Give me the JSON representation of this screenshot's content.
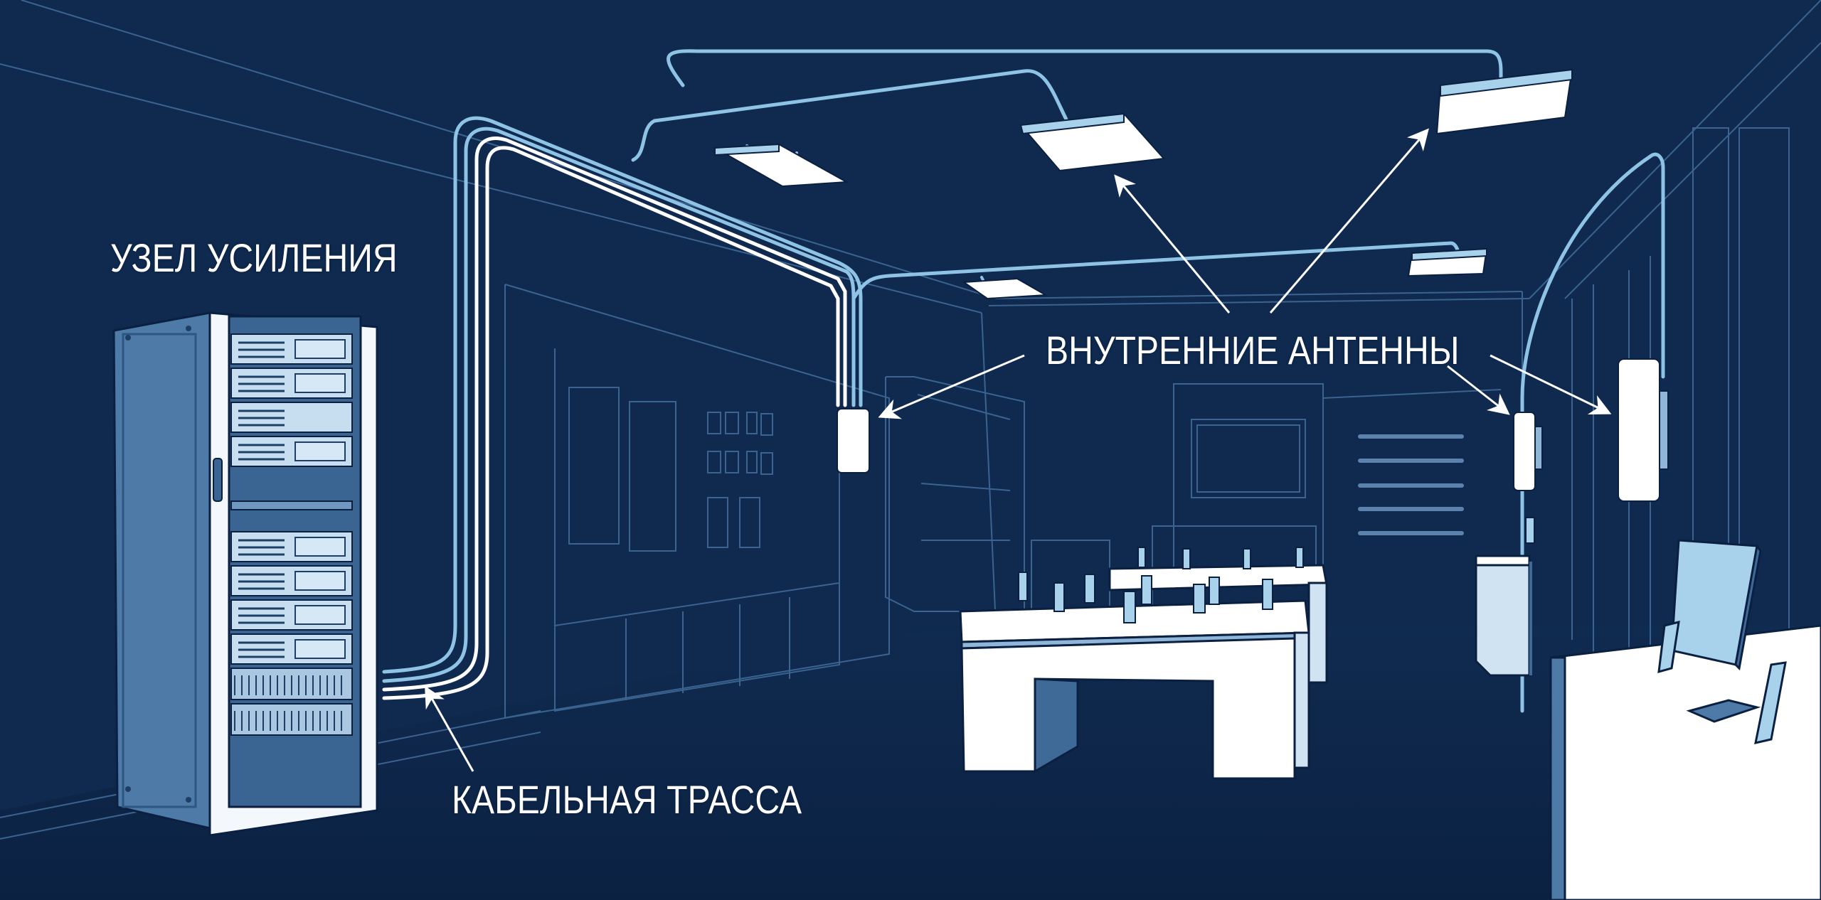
{
  "diagram": {
    "type": "indoor-signal-amplification-system",
    "colors": {
      "background": "#0f2a4e",
      "floor": "#0c2344",
      "wireframe": "#3f6a98",
      "cable_light": "#8ec3e6",
      "cable_white": "#ffffff",
      "antenna_face": "#ffffff",
      "antenna_edge": "#a8d2ec",
      "rack_side": "#4d7aa6",
      "rack_front": "#f4f8fc",
      "table_white": "#ffffff",
      "table_shade": "#8fb6d8",
      "label_text": "#ffffff"
    },
    "labels": {
      "amplifier_node": "УЗЕЛ УСИЛЕНИЯ",
      "internal_antennas": "ВНУТРЕННИЕ АНТЕННЫ",
      "cable_route": "КАБЕЛЬНАЯ ТРАССА"
    },
    "components": {
      "amplifier_rack": {
        "name": "amplifier-rack",
        "units": 10
      },
      "ceiling_antennas": 5,
      "wall_antennas": 3,
      "display_tables": 3,
      "arrows": 5
    }
  }
}
